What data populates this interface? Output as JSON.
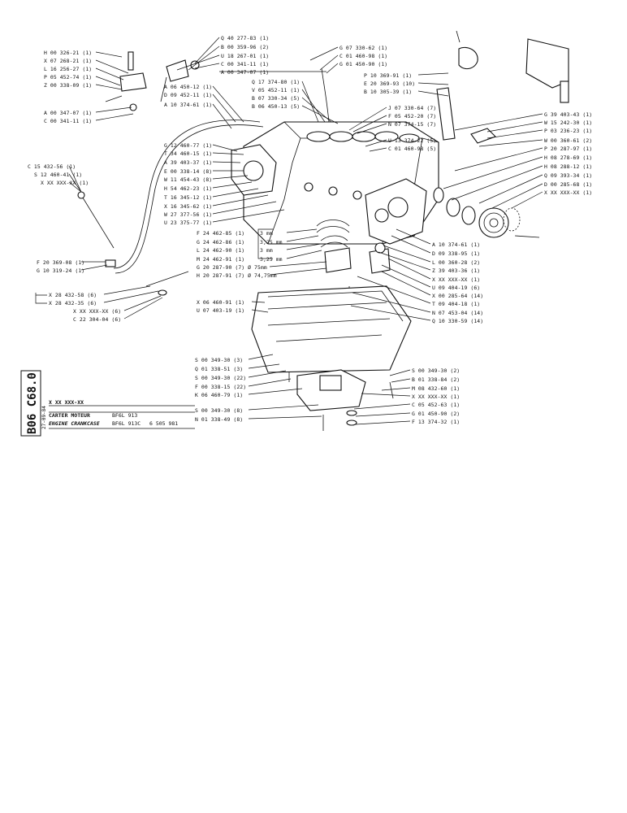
{
  "diagram": {
    "page_code": "B06 C68.0",
    "date": "27-09-84",
    "title_block": {
      "ref": "X XX XXX-XX",
      "title_fr": "CARTER MOTEUR",
      "title_en": "ENGINE CRANKCASE",
      "model_1": "BF6L 913",
      "model_2": "BF6L 913C",
      "serial": "6 505 981"
    },
    "labels_top_left": [
      "H 00 326-21 (1)",
      "X 07 268-21 (1)",
      "L 16 256-27 (1)",
      "P 05 452-74 (1)",
      "Z 00 338-09 (1)",
      "A 00 347-07 (1)",
      "C 00 341-11 (1)"
    ],
    "labels_top_center": [
      "Q 40 277-83 (1)",
      "B 00 359-96 (2)",
      "U 18 267-01 (1)",
      "C 00 341-11 (1)",
      "A 00 347-07 (1)",
      "A 06 450-12 (1)",
      "D 09 452-11 (1)",
      "A 10 374-61 (1)"
    ],
    "labels_top_right": [
      "G 07 330-62 (1)",
      "C 01 460-98 (1)",
      "G 01 450-90 (1)",
      "Q 17 374-80 (1)",
      "V 05 452-11 (1)",
      "B 07 330-34 (5)",
      "B 06 450-13 (5)",
      "P 10 369-91 (1)",
      "E 20 369-93 (10)",
      "B 10 305-39 (1)"
    ],
    "labels_mid_left": [
      "C 15 432-56 (1)",
      "S 12 460-41 (1)",
      "X XX XXX-XX (1)",
      "G 12 460-77 (1)",
      "T 34 460-15 (1)",
      "A 39 403-37 (1)",
      "E 00 338-14 (8)",
      "W 11 454-43 (8)",
      "H 54 462-23 (1)",
      "T 16 345-12 (1)",
      "X 16 345-62 (1)",
      "W 27 377-56 (1)",
      "U 23 375-77 (1)"
    ],
    "labels_mid_right": [
      "J 07 330-64 (7)",
      "F 05 452-20 (7)",
      "N 07 374-15 (7)",
      "U 13 374-22 (5)",
      "C 01 460-98 (5)",
      "G 39 403-43 (1)",
      "W 15 242-30 (1)",
      "P 03 236-23 (1)",
      "W 00 360-61 (2)",
      "P 20 287-97 (1)",
      "H 08 278-69 (1)",
      "H 08 288-12 (1)",
      "Q 09 393-34 (1)",
      "D 00 285-68 (1)",
      "X XX XXX-XX (1)"
    ],
    "labels_bearings": [
      "F 24 462-85 (1)",
      "G 24 462-86 (1)",
      "L 24 462-90 (1)",
      "M 24 462-91 (1)",
      "G 20 287-90 (7) Ø 75mm",
      "H 20 287-91 (7) Ø 74,75mm"
    ],
    "bearing_sizes": [
      "3 mm",
      "3,25 mm",
      "3 mm",
      "3,25 mm"
    ],
    "labels_lower_left": [
      "F 20 369-08 (1)",
      "G 10 319-24 (1)",
      "X 28 432-58 (6)",
      "X 28 432-35 (6)",
      "X XX XXX-XX (6)",
      "C 22 304-04 (6)"
    ],
    "labels_lower_right": [
      "A 10 374-61 (1)",
      "D 09 338-95 (1)",
      "L 00 360-28 (2)",
      "Z 39 403-36 (1)",
      "X XX XXX-XX (1)",
      "U 09 404-19 (6)",
      "X 00 285-64 (14)",
      "T 09 404-18 (1)",
      "N 07 453-04 (14)",
      "Q 10 330-59 (14)"
    ],
    "labels_sump": [
      "X 06 460-91 (1)",
      "U 07 403-19 (1)",
      "S 00 349-30 (3)",
      "Q 01 338-51 (3)",
      "S 00 349-30 (22)",
      "F 00 338-15 (22)",
      "K 06 460-79 (1)",
      "S 00 349-30 (8)",
      "N 01 338-49 (8)"
    ],
    "labels_sump_right": [
      "S 00 349-30 (2)",
      "B 01 338-84 (2)",
      "M 08 432-60 (1)",
      "X XX XXX-XX (1)",
      "C 05 452-63 (1)",
      "G 01 450-90 (2)",
      "F 13 374-32 (1)"
    ]
  }
}
